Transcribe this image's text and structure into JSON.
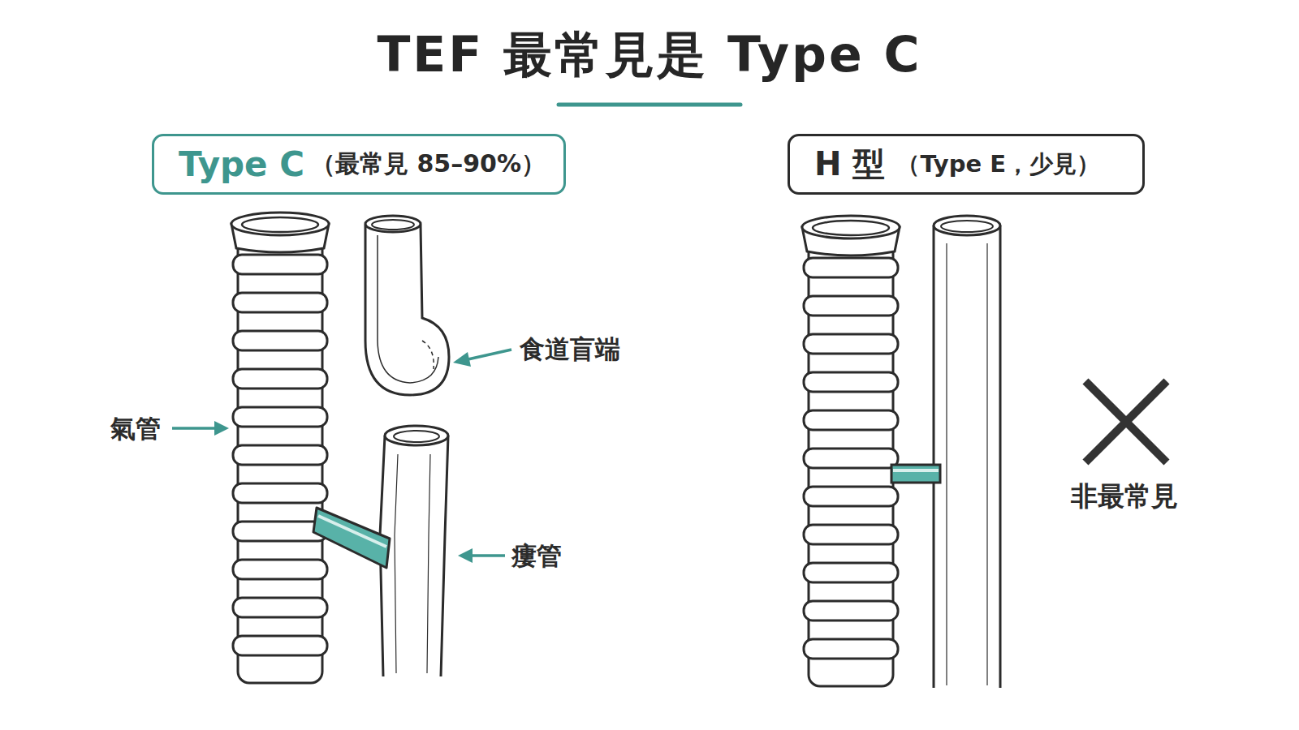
{
  "diagram": {
    "title": "TEF 最常見是 Type C",
    "nodes": [
      {
        "text": [
          "Type C",
          "（最常見 85–90%）"
        ]
      },
      {
        "text": [
          "H 型",
          "（Type E，少見）"
        ]
      }
    ],
    "labels": [
      "食道盲端",
      "氣管",
      "瘻管",
      "非最常見"
    ]
  }
}
